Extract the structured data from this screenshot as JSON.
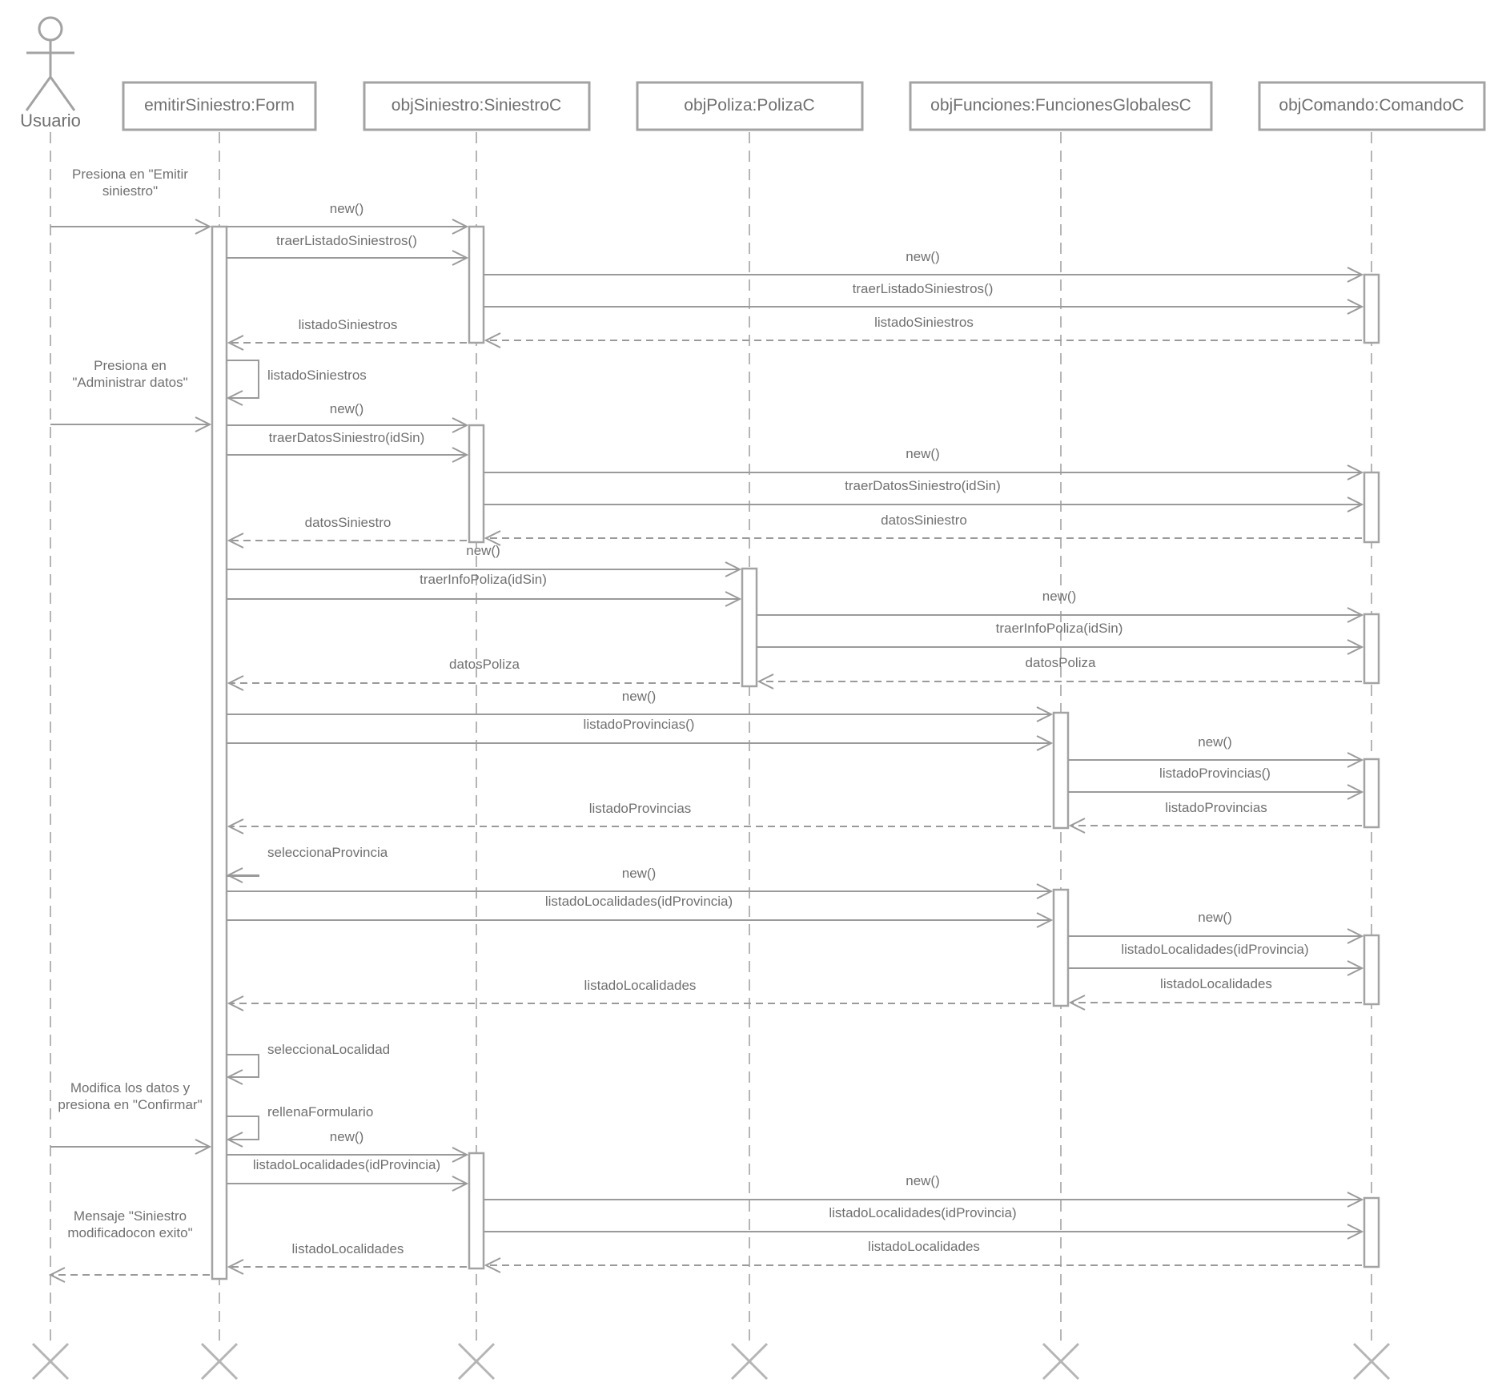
{
  "actor": {
    "name": "Usuario"
  },
  "participants": [
    {
      "name": "emitirSiniestro:Form"
    },
    {
      "name": "objSiniestro:SiniestroC"
    },
    {
      "name": "objPoliza:PolizaC"
    },
    {
      "name": "objFunciones:FuncionesGlobalesC"
    },
    {
      "name": "objComando:ComandoC"
    }
  ],
  "messages": [
    {
      "label": "Presiona en \"Emitir\nsiniestro\"",
      "from": "Usuario",
      "to": "emitirSiniestro:Form",
      "kind": "call"
    },
    {
      "label": "new()",
      "from": "emitirSiniestro:Form",
      "to": "objSiniestro:SiniestroC",
      "kind": "call"
    },
    {
      "label": "traerListadoSiniestros()",
      "from": "emitirSiniestro:Form",
      "to": "objSiniestro:SiniestroC",
      "kind": "call"
    },
    {
      "label": "new()",
      "from": "objSiniestro:SiniestroC",
      "to": "objComando:ComandoC",
      "kind": "call"
    },
    {
      "label": "traerListadoSiniestros()",
      "from": "objSiniestro:SiniestroC",
      "to": "objComando:ComandoC",
      "kind": "call"
    },
    {
      "label": "listadoSiniestros",
      "from": "objComando:ComandoC",
      "to": "objSiniestro:SiniestroC",
      "kind": "return"
    },
    {
      "label": "listadoSiniestros",
      "from": "objSiniestro:SiniestroC",
      "to": "emitirSiniestro:Form",
      "kind": "return"
    },
    {
      "label": "listadoSiniestros",
      "from": "emitirSiniestro:Form",
      "to": "emitirSiniestro:Form",
      "kind": "self"
    },
    {
      "label": "Presiona en\n\"Administrar datos\"",
      "from": "Usuario",
      "to": "emitirSiniestro:Form",
      "kind": "call"
    },
    {
      "label": "new()",
      "from": "emitirSiniestro:Form",
      "to": "objSiniestro:SiniestroC",
      "kind": "call"
    },
    {
      "label": "traerDatosSiniestro(idSin)",
      "from": "emitirSiniestro:Form",
      "to": "objSiniestro:SiniestroC",
      "kind": "call"
    },
    {
      "label": "new()",
      "from": "objSiniestro:SiniestroC",
      "to": "objComando:ComandoC",
      "kind": "call"
    },
    {
      "label": "traerDatosSiniestro(idSin)",
      "from": "objSiniestro:SiniestroC",
      "to": "objComando:ComandoC",
      "kind": "call"
    },
    {
      "label": "datosSiniestro",
      "from": "objComando:ComandoC",
      "to": "objSiniestro:SiniestroC",
      "kind": "return"
    },
    {
      "label": "datosSiniestro",
      "from": "objSiniestro:SiniestroC",
      "to": "emitirSiniestro:Form",
      "kind": "return"
    },
    {
      "label": "new()",
      "from": "emitirSiniestro:Form",
      "to": "objPoliza:PolizaC",
      "kind": "call"
    },
    {
      "label": "traerInfoPoliza(idSin)",
      "from": "emitirSiniestro:Form",
      "to": "objPoliza:PolizaC",
      "kind": "call"
    },
    {
      "label": "new()",
      "from": "objPoliza:PolizaC",
      "to": "objComando:ComandoC",
      "kind": "call"
    },
    {
      "label": "traerInfoPoliza(idSin)",
      "from": "objPoliza:PolizaC",
      "to": "objComando:ComandoC",
      "kind": "call"
    },
    {
      "label": "datosPoliza",
      "from": "objComando:ComandoC",
      "to": "objPoliza:PolizaC",
      "kind": "return"
    },
    {
      "label": "datosPoliza",
      "from": "objPoliza:PolizaC",
      "to": "emitirSiniestro:Form",
      "kind": "return"
    },
    {
      "label": "new()",
      "from": "emitirSiniestro:Form",
      "to": "objFunciones:FuncionesGlobalesC",
      "kind": "call"
    },
    {
      "label": "listadoProvincias()",
      "from": "emitirSiniestro:Form",
      "to": "objFunciones:FuncionesGlobalesC",
      "kind": "call"
    },
    {
      "label": "new()",
      "from": "objFunciones:FuncionesGlobalesC",
      "to": "objComando:ComandoC",
      "kind": "call"
    },
    {
      "label": "listadoProvincias()",
      "from": "objFunciones:FuncionesGlobalesC",
      "to": "objComando:ComandoC",
      "kind": "call"
    },
    {
      "label": "listadoProvincias",
      "from": "objComando:ComandoC",
      "to": "objFunciones:FuncionesGlobalesC",
      "kind": "return"
    },
    {
      "label": "listadoProvincias",
      "from": "objFunciones:FuncionesGlobalesC",
      "to": "emitirSiniestro:Form",
      "kind": "return"
    },
    {
      "label": "seleccionaProvincia",
      "from": "emitirSiniestro:Form",
      "to": "emitirSiniestro:Form",
      "kind": "self"
    },
    {
      "label": "new()",
      "from": "emitirSiniestro:Form",
      "to": "objFunciones:FuncionesGlobalesC",
      "kind": "call"
    },
    {
      "label": "listadoLocalidades(idProvincia)",
      "from": "emitirSiniestro:Form",
      "to": "objFunciones:FuncionesGlobalesC",
      "kind": "call"
    },
    {
      "label": "new()",
      "from": "objFunciones:FuncionesGlobalesC",
      "to": "objComando:ComandoC",
      "kind": "call"
    },
    {
      "label": "listadoLocalidades(idProvincia)",
      "from": "objFunciones:FuncionesGlobalesC",
      "to": "objComando:ComandoC",
      "kind": "call"
    },
    {
      "label": "listadoLocalidades",
      "from": "objComando:ComandoC",
      "to": "objFunciones:FuncionesGlobalesC",
      "kind": "return"
    },
    {
      "label": "listadoLocalidades",
      "from": "objFunciones:FuncionesGlobalesC",
      "to": "emitirSiniestro:Form",
      "kind": "return"
    },
    {
      "label": "seleccionaLocalidad",
      "from": "emitirSiniestro:Form",
      "to": "emitirSiniestro:Form",
      "kind": "self"
    },
    {
      "label": "rellenaFormulario",
      "from": "emitirSiniestro:Form",
      "to": "emitirSiniestro:Form",
      "kind": "self"
    },
    {
      "label": "Modifica los datos y\npresiona en \"Confirmar\"",
      "from": "Usuario",
      "to": "emitirSiniestro:Form",
      "kind": "call"
    },
    {
      "label": "new()",
      "from": "emitirSiniestro:Form",
      "to": "objSiniestro:SiniestroC",
      "kind": "call"
    },
    {
      "label": "listadoLocalidades(idProvincia)",
      "from": "emitirSiniestro:Form",
      "to": "objSiniestro:SiniestroC",
      "kind": "call"
    },
    {
      "label": "new()",
      "from": "objSiniestro:SiniestroC",
      "to": "objComando:ComandoC",
      "kind": "call"
    },
    {
      "label": "listadoLocalidades(idProvincia)",
      "from": "objSiniestro:SiniestroC",
      "to": "objComando:ComandoC",
      "kind": "call"
    },
    {
      "label": "listadoLocalidades",
      "from": "objComando:ComandoC",
      "to": "objSiniestro:SiniestroC",
      "kind": "return"
    },
    {
      "label": "listadoLocalidades",
      "from": "objSiniestro:SiniestroC",
      "to": "emitirSiniestro:Form",
      "kind": "return"
    },
    {
      "label": "Mensaje \"Siniestro\nmodificadocon exito\"",
      "from": "emitirSiniestro:Form",
      "to": "Usuario",
      "kind": "return"
    }
  ],
  "colors": {
    "stroke": "#a3a3a3",
    "text": "#707070",
    "background": "#ffffff"
  }
}
